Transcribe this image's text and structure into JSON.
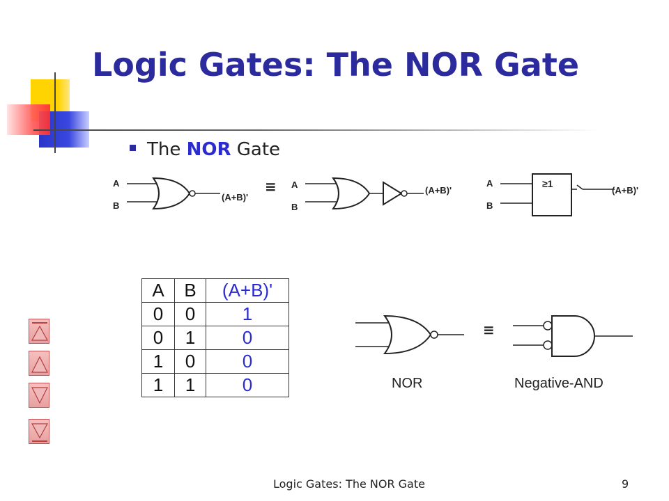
{
  "slide": {
    "title": "Logic Gates: The NOR Gate",
    "bullet": {
      "prefix": "The ",
      "keyword": "NOR",
      "suffix": " Gate"
    },
    "footer": "Logic Gates: The NOR Gate",
    "page_number": "9"
  },
  "diagrams": {
    "input_a": "A",
    "input_b": "B",
    "output": "(A+B)'",
    "equiv": "≡",
    "block_symbol": "≥1"
  },
  "truth_table": {
    "headers": [
      "A",
      "B",
      "(A+B)'"
    ],
    "rows": [
      [
        "0",
        "0",
        "1"
      ],
      [
        "0",
        "1",
        "0"
      ],
      [
        "1",
        "0",
        "0"
      ],
      [
        "1",
        "1",
        "0"
      ]
    ]
  },
  "equivalence": {
    "left_caption": "NOR",
    "right_caption": "Negative-AND",
    "symbol": "≡"
  },
  "nav_buttons": [
    "first",
    "previous",
    "next",
    "last"
  ],
  "colors": {
    "title": "#2b2b9e",
    "keyword": "#2b2bd0",
    "nav_button": "#e8a0a0"
  }
}
